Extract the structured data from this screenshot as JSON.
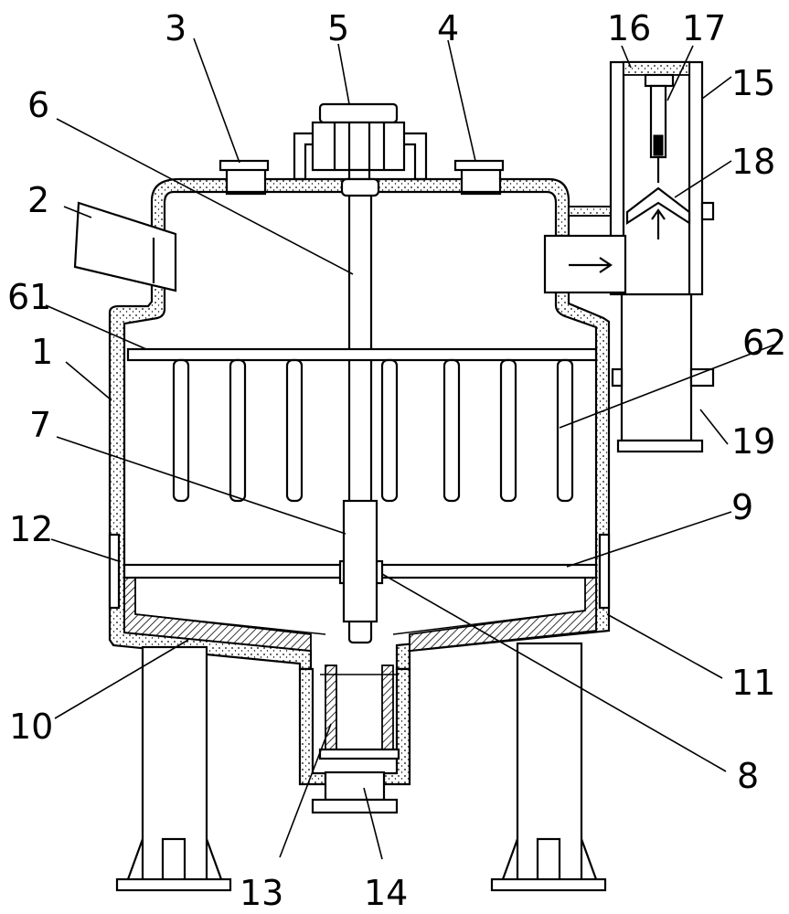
{
  "labels": {
    "l1": "1",
    "l2": "2",
    "l3": "3",
    "l4": "4",
    "l5": "5",
    "l6": "6",
    "l7": "7",
    "l8": "8",
    "l9": "9",
    "l10": "10",
    "l11": "11",
    "l12": "12",
    "l13": "13",
    "l14": "14",
    "l15": "15",
    "l16": "16",
    "l17": "17",
    "l18": "18",
    "l19": "19",
    "l61": "61",
    "l62": "62"
  }
}
